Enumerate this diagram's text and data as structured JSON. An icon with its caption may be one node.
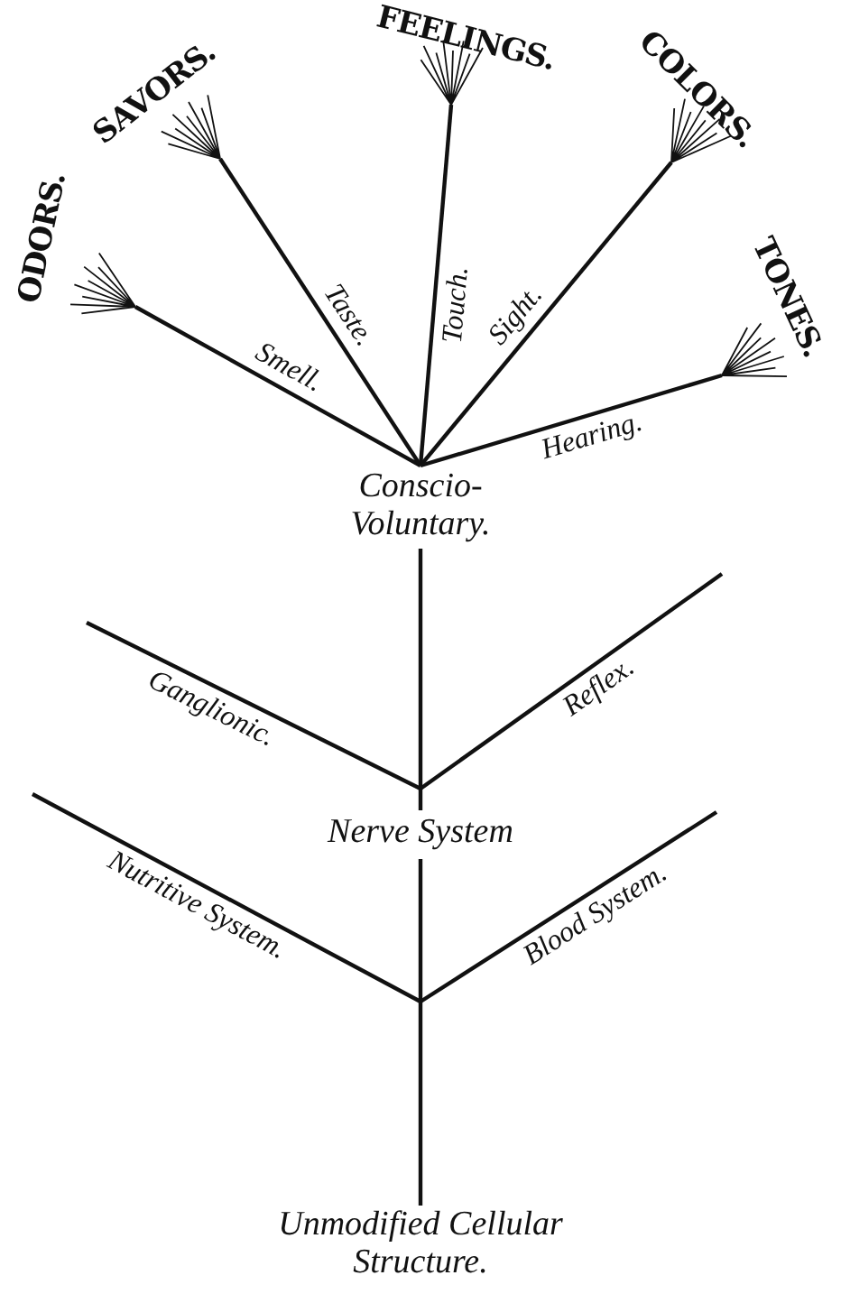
{
  "diagram": {
    "nodes": [
      {
        "text": [
          "ODORS."
        ]
      },
      {
        "text": [
          "SAVORS."
        ]
      },
      {
        "text": [
          "FEELINGS."
        ]
      },
      {
        "text": [
          "COLORS."
        ]
      },
      {
        "text": [
          "TONES."
        ]
      },
      {
        "text": [
          "Conscio- Voluntary."
        ]
      },
      {
        "text": [
          "Nerve System"
        ]
      },
      {
        "text": [
          "Unmodified Cellular Structure."
        ]
      }
    ],
    "edges": [
      {
        "from": 5,
        "to": 0,
        "arrow": "none",
        "label": "Smell."
      },
      {
        "from": 5,
        "to": 1,
        "arrow": "none",
        "label": "Taste."
      },
      {
        "from": 5,
        "to": 2,
        "arrow": "none",
        "label": "Touch."
      },
      {
        "from": 5,
        "to": 3,
        "arrow": "none",
        "label": "Sight."
      },
      {
        "from": 5,
        "to": 4,
        "arrow": "none",
        "label": "Hearing."
      },
      {
        "from": 6,
        "to": 5,
        "arrow": "none"
      },
      {
        "from": 7,
        "to": 6,
        "arrow": "none"
      }
    ],
    "labels": [
      "Ganglionic.",
      "Reflex.",
      "Nutritive System.",
      "Blood System."
    ]
  }
}
